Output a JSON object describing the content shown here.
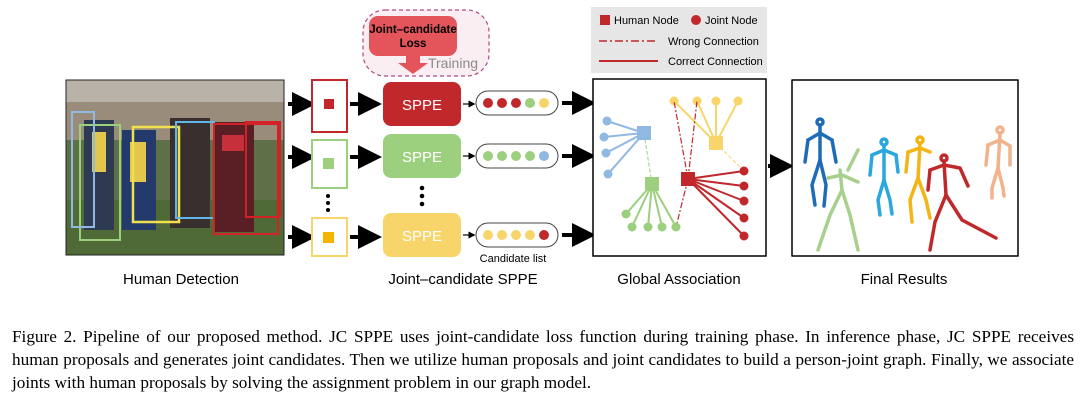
{
  "training": {
    "loss_label_line1": "Joint–candidate",
    "loss_label_line2": "Loss",
    "training_label": "Training"
  },
  "legend": {
    "human_node": "Human Node",
    "joint_node": "Joint Node",
    "wrong_connection": "Wrong Connection",
    "correct_connection": "Correct Connection"
  },
  "sppe_labels": [
    "SPPE",
    "SPPE",
    "SPPE"
  ],
  "candidate_list_label": "Candidate list",
  "stage_labels": {
    "detection": "Human Detection",
    "sppe": "Joint–candidate SPPE",
    "association": "Global Association",
    "results": "Final Results"
  },
  "colors": {
    "red": "#c0282b",
    "green": "#9ccf7e",
    "yellow": "#f7d56a",
    "blue": "#8fb8e3",
    "orange": "#f2b28b"
  },
  "caption": {
    "label": "Figure 2.",
    "text": "Pipeline of our proposed method. JC SPPE uses joint-candidate loss function during training phase. In inference phase, JC SPPE receives human proposals and generates joint candidates.  Then we utilize human proposals and joint candidates to build a person-joint graph. Finally, we associate joints with human proposals by solving the assignment problem in our graph model."
  }
}
